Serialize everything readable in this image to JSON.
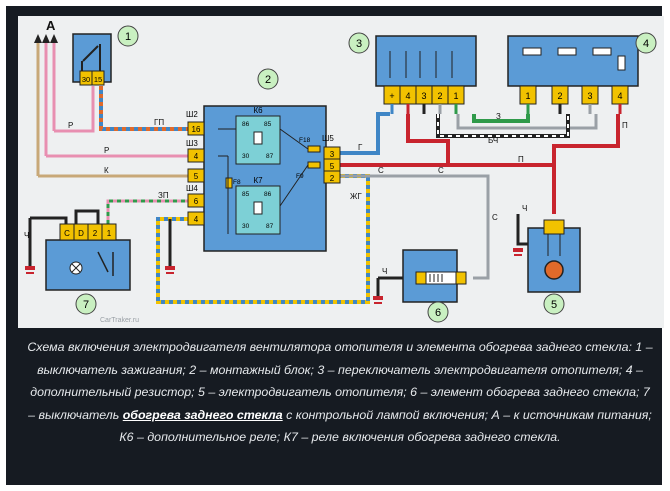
{
  "diagram": {
    "callouts": [
      "1",
      "2",
      "3",
      "4",
      "5",
      "6",
      "7"
    ],
    "source_label": "A",
    "fuse_block": {
      "connectors": [
        "Ш2",
        "Ш3",
        "Ш4",
        "Ш5"
      ],
      "relay_k6": {
        "name": "К6",
        "pins": [
          "86",
          "85",
          "30",
          "87"
        ]
      },
      "relay_k7": {
        "name": "К7",
        "pins": [
          "85",
          "86",
          "30",
          "87"
        ]
      },
      "fuses": [
        "F18",
        "F9",
        "F8"
      ],
      "sh2_pins": [
        "16"
      ],
      "sh3_pins": [
        "4",
        "5"
      ],
      "sh4_pins": [
        "6",
        "4"
      ],
      "sh5_pins": [
        "3",
        "5",
        "2"
      ]
    },
    "ignition_switch_pins": [
      "30",
      "15"
    ],
    "heater_switch_pins": [
      "+",
      "4",
      "3",
      "2",
      "1"
    ],
    "resistor_pins": [
      "1",
      "2",
      "3",
      "4"
    ],
    "rear_switch_pins": [
      "С",
      "D",
      "2",
      "1"
    ],
    "wire_labels": {
      "gp": "ГП",
      "r1": "Р",
      "r2": "Р",
      "k": "К",
      "zp": "ЗП",
      "g": "Г",
      "zh": "З",
      "bch": "БЧ",
      "p": "П",
      "p2": "П",
      "zhg": "ЖГ",
      "s1": "С",
      "s2": "С",
      "s3": "С",
      "ch1": "Ч",
      "ch2": "Ч",
      "ch3": "Ч"
    },
    "watermark": "CarTraker.ru",
    "colors": {
      "block": "#5b9bd6",
      "relay": "#7dd0d6",
      "pin": "#f2c200",
      "wire_pink": "#e88fb1",
      "wire_tan": "#c8a878",
      "wire_blue": "#3f86c6",
      "wire_red": "#c8242e",
      "wire_green": "#2f9a4a",
      "wire_gray": "#9aa0a6",
      "wire_black": "#222222"
    }
  },
  "caption": {
    "part1": "Схема включения электродвигателя вентилятора отопителя и элемента обогрева заднего стекла: 1 – выключатель зажигания; 2 – монтажный блок; 3 – переключатель электродвигателя отопителя; 4 – дополнительный резистор; 5 – электродвигатель отопителя; 6 – элемент обогрева заднего стекла; 7 – выключатель ",
    "link": "обогрева заднего стекла",
    "part2": " с контрольной лампой включения; А – к источникам питания; К6 – дополнительное реле; К7 – реле включения обогрева заднего стекла."
  }
}
